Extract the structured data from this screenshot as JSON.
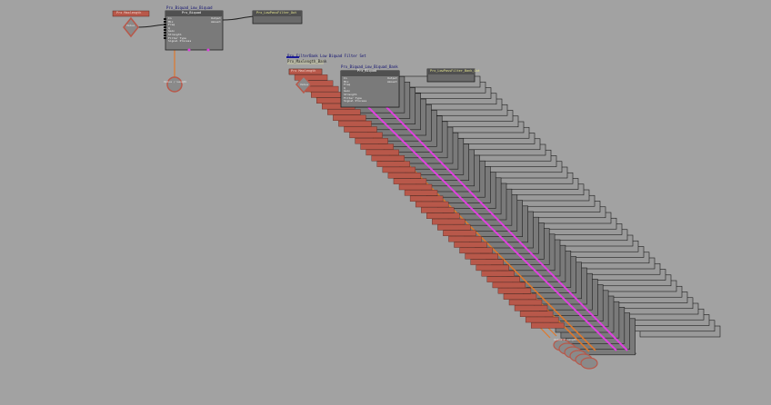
{
  "graph_a": {
    "float_name": "Prx Maxlength",
    "value_node": "Value",
    "main_title": "Prx_Biquad",
    "main_label": "Prx_Biquad_Low_Biquad",
    "main_ports_in": [
      "In",
      "Mix",
      "Freq",
      "Q",
      "Gain",
      "Strength",
      "Filter Type",
      "Signal Process"
    ],
    "main_ports_out": [
      "Output",
      "Amount"
    ],
    "out_node": "Prx_LowPassFilter_Out",
    "value_out": "Value / Length"
  },
  "graph_b": {
    "comment": "Prx_FilterBank Low Biquad Filter Set",
    "subcomment": "Prx_Maxlength_Bank",
    "float_name": "Prx Maxlength",
    "value_node": "Value",
    "main_title": "Prx_Biquad",
    "main_label": "Prx_Biquad_Low_Biquad_Bank",
    "main_ports_in": [
      "In",
      "Mix",
      "Freq",
      "Q",
      "Gain",
      "Strength",
      "Filter Type",
      "Signal Process"
    ],
    "main_ports_out": [
      "Output",
      "Amount"
    ],
    "out_node": "Prx_LowPassFilter_Bank_Out",
    "value_out": "Value / Length"
  },
  "colors": {
    "background": "#a2a2a2",
    "node_body": "#7a7a7a",
    "node_header": "#505050",
    "float_header": "#b8584a",
    "comment_text": "#1a1a9c",
    "out_header_text": "#e8e890",
    "wire_orange": "#e0782a",
    "wire_magenta": "#e040e0",
    "wire_dark": "#1e1e1e",
    "wire_gray": "#5c5c5c"
  }
}
